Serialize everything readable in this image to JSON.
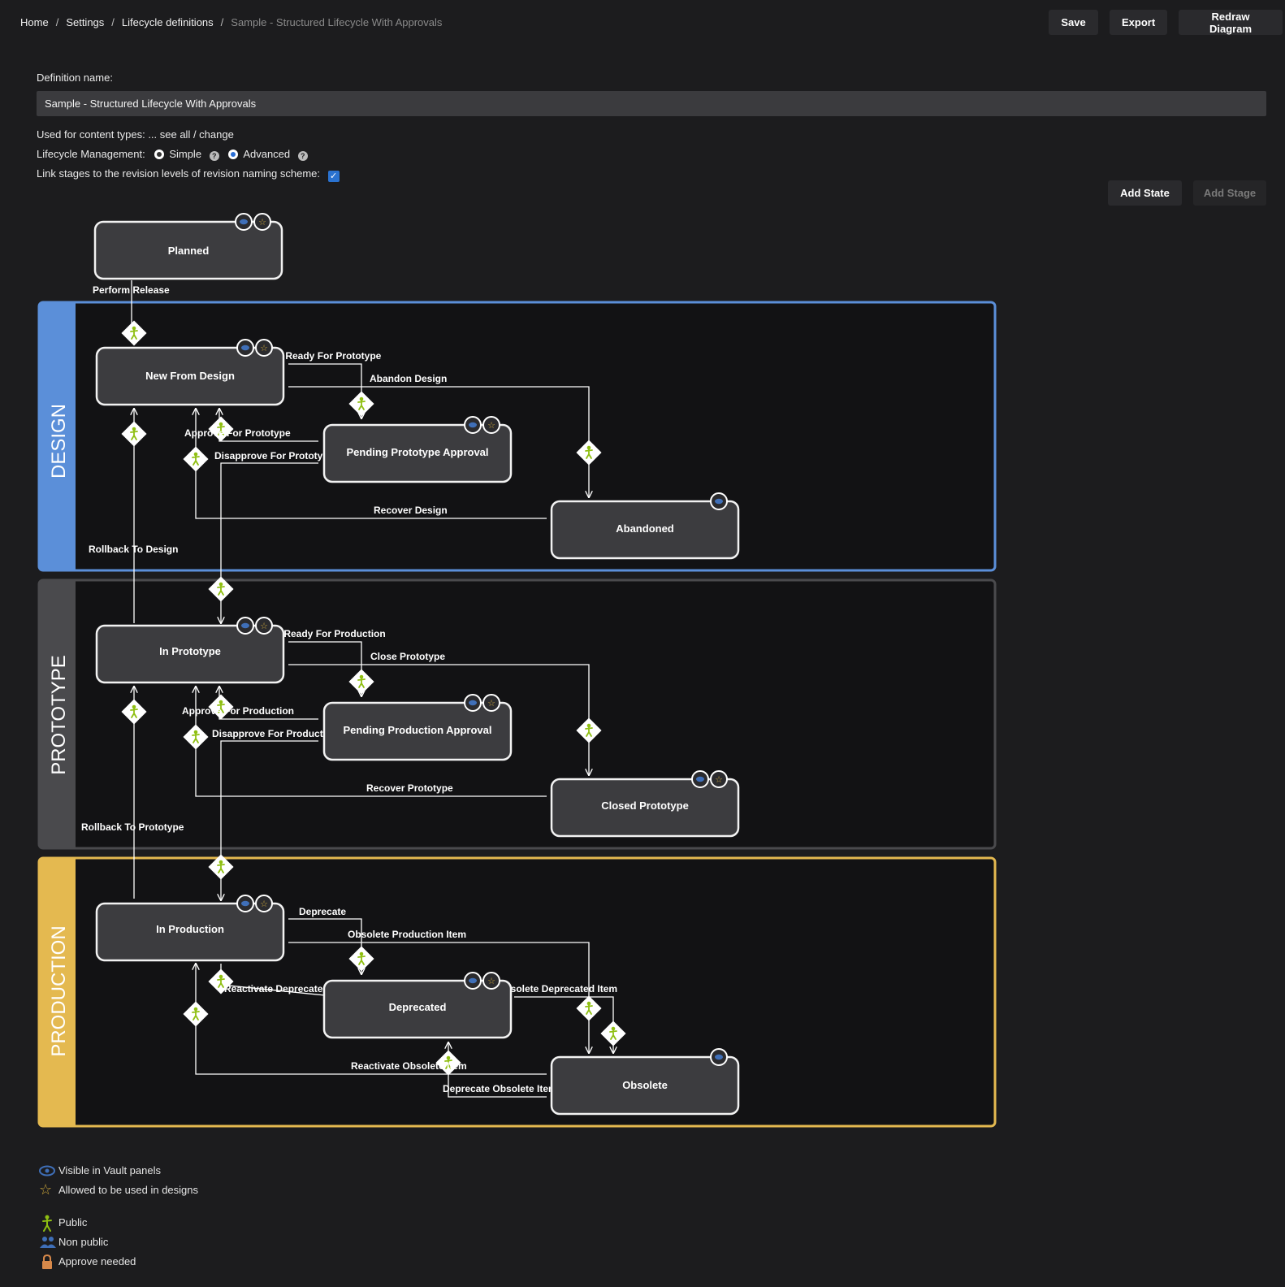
{
  "breadcrumb": {
    "items": [
      "Home",
      "Settings",
      "Lifecycle definitions"
    ],
    "current": "Sample - Structured Lifecycle With Approvals"
  },
  "toolbar": {
    "save": "Save",
    "export": "Export",
    "redraw": "Redraw Diagram"
  },
  "form": {
    "definition_label": "Definition name:",
    "definition_value": "Sample - Structured Lifecycle With Approvals",
    "content_types_label": "Used for content types:",
    "content_types_value": "... see all / change",
    "management_label": "Lifecycle Management:",
    "management_simple": "Simple",
    "management_advanced": "Advanced",
    "management_selected": "Advanced",
    "link_stages_label": "Link stages to the revision levels of revision naming scheme:",
    "link_stages_checked": true
  },
  "actions": {
    "add_state": "Add State",
    "add_stage": "Add Stage"
  },
  "stages": [
    {
      "name": "DESIGN",
      "color": "#5b8fd9"
    },
    {
      "name": "PROTOTYPE",
      "color": "#4a4a4d"
    },
    {
      "name": "PRODUCTION",
      "color": "#e4b950"
    }
  ],
  "states": {
    "planned": "Planned",
    "new_from_design": "New From Design",
    "pending_prototype_approval": "Pending Prototype Approval",
    "abandoned": "Abandoned",
    "in_prototype": "In Prototype",
    "pending_production_approval": "Pending Production Approval",
    "closed_prototype": "Closed Prototype",
    "in_production": "In Production",
    "deprecated": "Deprecated",
    "obsolete": "Obsolete"
  },
  "transitions": {
    "perform_release": "Perform Release",
    "get_ready_for_prototype": "Get Ready For Prototype",
    "abandon_design": "Abandon Design",
    "approve_for_prototype": "Approve For Prototype",
    "disapprove_for_prototype": "Disapprove For Prototype",
    "recover_design": "Recover Design",
    "rollback_to_design": "Rollback To Design",
    "get_ready_for_production": "Get Ready For Production",
    "close_prototype": "Close Prototype",
    "approve_for_production": "Approve For Production",
    "disapprove_for_production": "Disapprove For Production",
    "recover_prototype": "Recover Prototype",
    "rollback_to_prototype": "Rollback To Prototype",
    "deprecate": "Deprecate",
    "obsolete_production_item": "Obsolete Production Item",
    "reactivate_deprecated": "Reactivate Deprecated ...",
    "obsolete_deprecated_item": "Obsolete Deprecated Item",
    "reactivate_obsolete_item": "Reactivate Obsolete Item",
    "deprecate_obsolete_item": "Deprecate Obsolete Item"
  },
  "legend": {
    "visible": "Visible in Vault panels",
    "allowed": "Allowed to be used in designs",
    "public": "Public",
    "non_public": "Non public",
    "approve": "Approve needed"
  },
  "colors": {
    "background": "#1c1c1e",
    "state_fill": "#3c3c3f",
    "eye_icon": "#3f6fb8",
    "star_icon": "#c9a43a",
    "public_icon": "#9bbf1a"
  }
}
